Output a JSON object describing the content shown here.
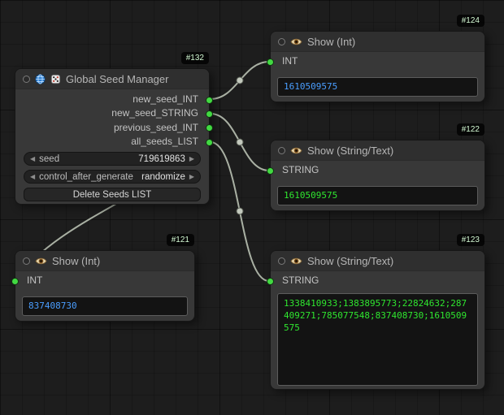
{
  "colors": {
    "slot_green": "#42d942",
    "int_value_text": "#4a9eff",
    "string_value_text": "#2fe62f",
    "wire": "#a9b0a3",
    "badge_text": "#d2f8d2"
  },
  "glyphs": {
    "combo_left": "◀",
    "combo_right": "▶"
  },
  "nodes": [
    {
      "id": "#132",
      "title": "Global Seed Manager",
      "outputs": [
        "new_seed_INT",
        "new_seed_STRING",
        "previous_seed_INT",
        "all_seeds_LIST"
      ],
      "widgets": [
        {
          "label": "seed",
          "value": "719619863"
        },
        {
          "label": "control_after_generate",
          "value": "randomize"
        }
      ],
      "button": "Delete Seeds LIST"
    },
    {
      "id": "#124",
      "title": "Show (Int)",
      "input": "INT",
      "value": "1610509575"
    },
    {
      "id": "#122",
      "title": "Show (String/Text)",
      "input": "STRING",
      "value": "1610509575"
    },
    {
      "id": "#121",
      "title": "Show (Int)",
      "input": "INT",
      "value": "837408730"
    },
    {
      "id": "#123",
      "title": "Show (String/Text)",
      "input": "STRING",
      "value": "1338410933;1383895773;22824632;287409271;785077548;837408730;1610509575"
    }
  ]
}
